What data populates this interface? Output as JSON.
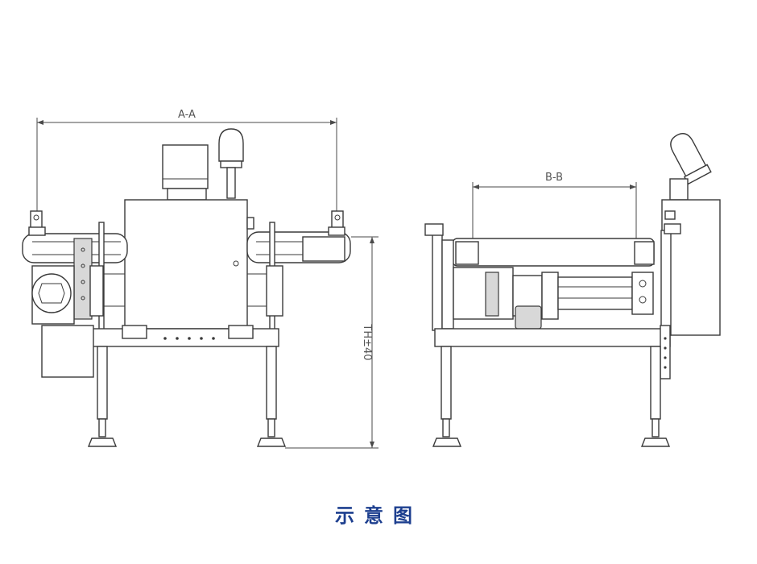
{
  "colors": {
    "line": "#3a3a3a",
    "caption": "#1d3f8f",
    "background": "#ffffff"
  },
  "front_view": {
    "dimension_label": "A-A",
    "height_label": "TH±40"
  },
  "side_view": {
    "dimension_label": "B-B"
  },
  "caption": "示意图"
}
